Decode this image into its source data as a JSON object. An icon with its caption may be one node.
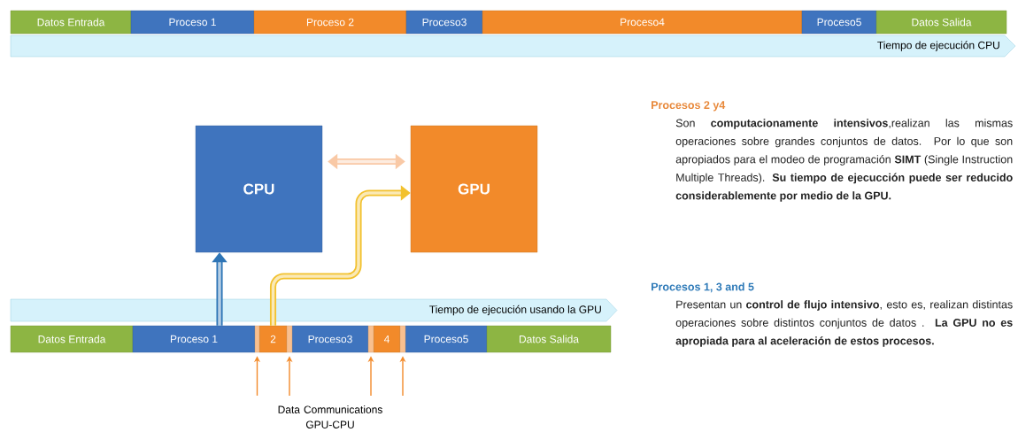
{
  "diagram": {
    "nodes": [
      {
        "text": [
          "Datos Entrada"
        ]
      },
      {
        "text": [
          "Proceso 1"
        ]
      },
      {
        "text": [
          "Proceso 2"
        ]
      },
      {
        "text": [
          "Proceso3"
        ]
      },
      {
        "text": [
          "Proceso4"
        ]
      },
      {
        "text": [
          "Proceso5"
        ]
      },
      {
        "text": [
          "Datos Salida"
        ]
      },
      {
        "text": [
          "Tiempo de ejecución CPU"
        ]
      },
      {
        "text": [
          "CPU"
        ]
      },
      {
        "text": [
          "GPU"
        ]
      },
      {
        "text": [
          "Tiempo de ejecución usando la GPU"
        ]
      },
      {
        "text": [
          "Datos Entrada"
        ]
      },
      {
        "text": [
          "Proceso 1"
        ]
      },
      {
        "text": [
          "2"
        ]
      },
      {
        "text": [
          "Proceso3"
        ]
      },
      {
        "text": [
          "4"
        ]
      },
      {
        "text": [
          "Proceso5"
        ]
      },
      {
        "text": [
          "Datos Salida"
        ]
      },
      {
        "text": [],
        "shape": "bar"
      },
      {
        "text": [],
        "shape": "bar"
      },
      {
        "text": [],
        "shape": "bar"
      },
      {
        "text": [],
        "shape": "bar"
      },
      {
        "text": [
          "Data Communications GPU-CPU"
        ]
      }
    ],
    "edges": [
      {
        "from": 8,
        "to": 9,
        "arrow": "both",
        "style": "thick",
        "color": "#f9c9a6"
      },
      {
        "from": 12,
        "to": 8,
        "arrow": "to",
        "style": "thick",
        "color": "#2e75b6"
      },
      {
        "from": 13,
        "to": 9,
        "arrow": "to",
        "style": "thick",
        "color": "#f2c12e"
      },
      {
        "from": 22,
        "to": 18,
        "arrow": "to"
      },
      {
        "from": 22,
        "to": 19,
        "arrow": "to"
      },
      {
        "from": 22,
        "to": 20,
        "arrow": "to"
      },
      {
        "from": 22,
        "to": 21,
        "arrow": "to"
      }
    ],
    "labels": [
      "Procesos 2 y4",
      "Son **computacionamente intensivos**,realizan las mismas operaciones sobre grandes conjuntos de datos. Por lo que son apropiados para el modeo de programación **SIMT** (Single Instruction Multiple Threads). **Su tiempo de ejecucción puede ser reducido considerablemente por medio de la GPU.**",
      "Procesos 1, 3 and 5",
      "Presentan un **control de flujo intensivo**, esto es, realizan distintas operaciones sobre distintos conjuntos de datos . **La GPU no es apropiada para al aceleración de estos procesos.**"
    ]
  }
}
